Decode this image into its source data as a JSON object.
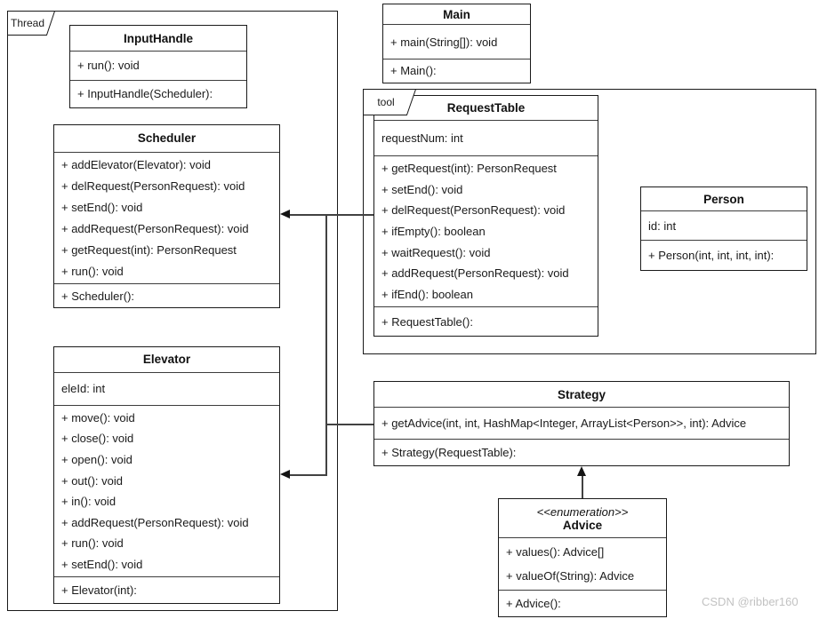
{
  "diagram": {
    "frames": [
      {
        "id": "Thread",
        "label": "Thread"
      },
      {
        "id": "tool",
        "label": "tool"
      }
    ],
    "classes": [
      {
        "id": "InputHandle",
        "title": "InputHandle",
        "fields": [],
        "methods": [
          "+ run(): void"
        ],
        "constructors": [
          "+ InputHandle(Scheduler):"
        ]
      },
      {
        "id": "Main",
        "title": "Main",
        "fields": [],
        "methods": [
          "+ main(String[]): void"
        ],
        "constructors": [
          "+ Main():"
        ]
      },
      {
        "id": "Scheduler",
        "title": "Scheduler",
        "fields": [],
        "methods": [
          "+ addElevator(Elevator): void",
          "+ delRequest(PersonRequest): void",
          "+ setEnd(): void",
          "+ addRequest(PersonRequest): void",
          "+ getRequest(int): PersonRequest",
          "+ run(): void"
        ],
        "constructors": [
          "+ Scheduler():"
        ]
      },
      {
        "id": "RequestTable",
        "title": "RequestTable",
        "fields": [
          "requestNum: int"
        ],
        "methods": [
          "+ getRequest(int): PersonRequest",
          "+ setEnd(): void",
          "+ delRequest(PersonRequest): void",
          "+ ifEmpty(): boolean",
          "+ waitRequest(): void",
          "+ addRequest(PersonRequest): void",
          "+ ifEnd(): boolean"
        ],
        "constructors": [
          "+ RequestTable():"
        ]
      },
      {
        "id": "Person",
        "title": "Person",
        "fields": [
          "id: int"
        ],
        "methods": [],
        "constructors": [
          "+ Person(int, int, int, int):"
        ]
      },
      {
        "id": "Elevator",
        "title": "Elevator",
        "fields": [
          "eleId: int"
        ],
        "methods": [
          "+ move(): void",
          "+ close(): void",
          "+ open(): void",
          "+ out(): void",
          "+ in(): void",
          "+ addRequest(PersonRequest): void",
          "+ run(): void",
          "+ setEnd(): void"
        ],
        "constructors": [
          "+ Elevator(int):"
        ]
      },
      {
        "id": "Strategy",
        "title": "Strategy",
        "fields": [],
        "methods": [
          "+ getAdvice(int, int, HashMap<Integer, ArrayList<Person>>, int): Advice"
        ],
        "constructors": [
          "+ Strategy(RequestTable):"
        ]
      },
      {
        "id": "Advice",
        "stereotype": "<<enumeration>>",
        "title": "Advice",
        "fields": [],
        "methods": [
          "+ values(): Advice[]",
          "+ valueOf(String): Advice"
        ],
        "constructors": [
          "+ Advice():"
        ]
      }
    ],
    "associations": [
      {
        "from": "RequestTable",
        "to": "Scheduler",
        "arrow": "filled"
      },
      {
        "from": "Strategy",
        "to": "Elevator",
        "arrow": "filled"
      },
      {
        "from": "Advice",
        "to": "Strategy",
        "arrow": "filled"
      }
    ],
    "watermark": "CSDN @ribber160",
    "colors": {
      "stroke": "#1a1a1a",
      "line": "#424242",
      "watermark": "#c2c2c2",
      "background": "#ffffff"
    }
  }
}
